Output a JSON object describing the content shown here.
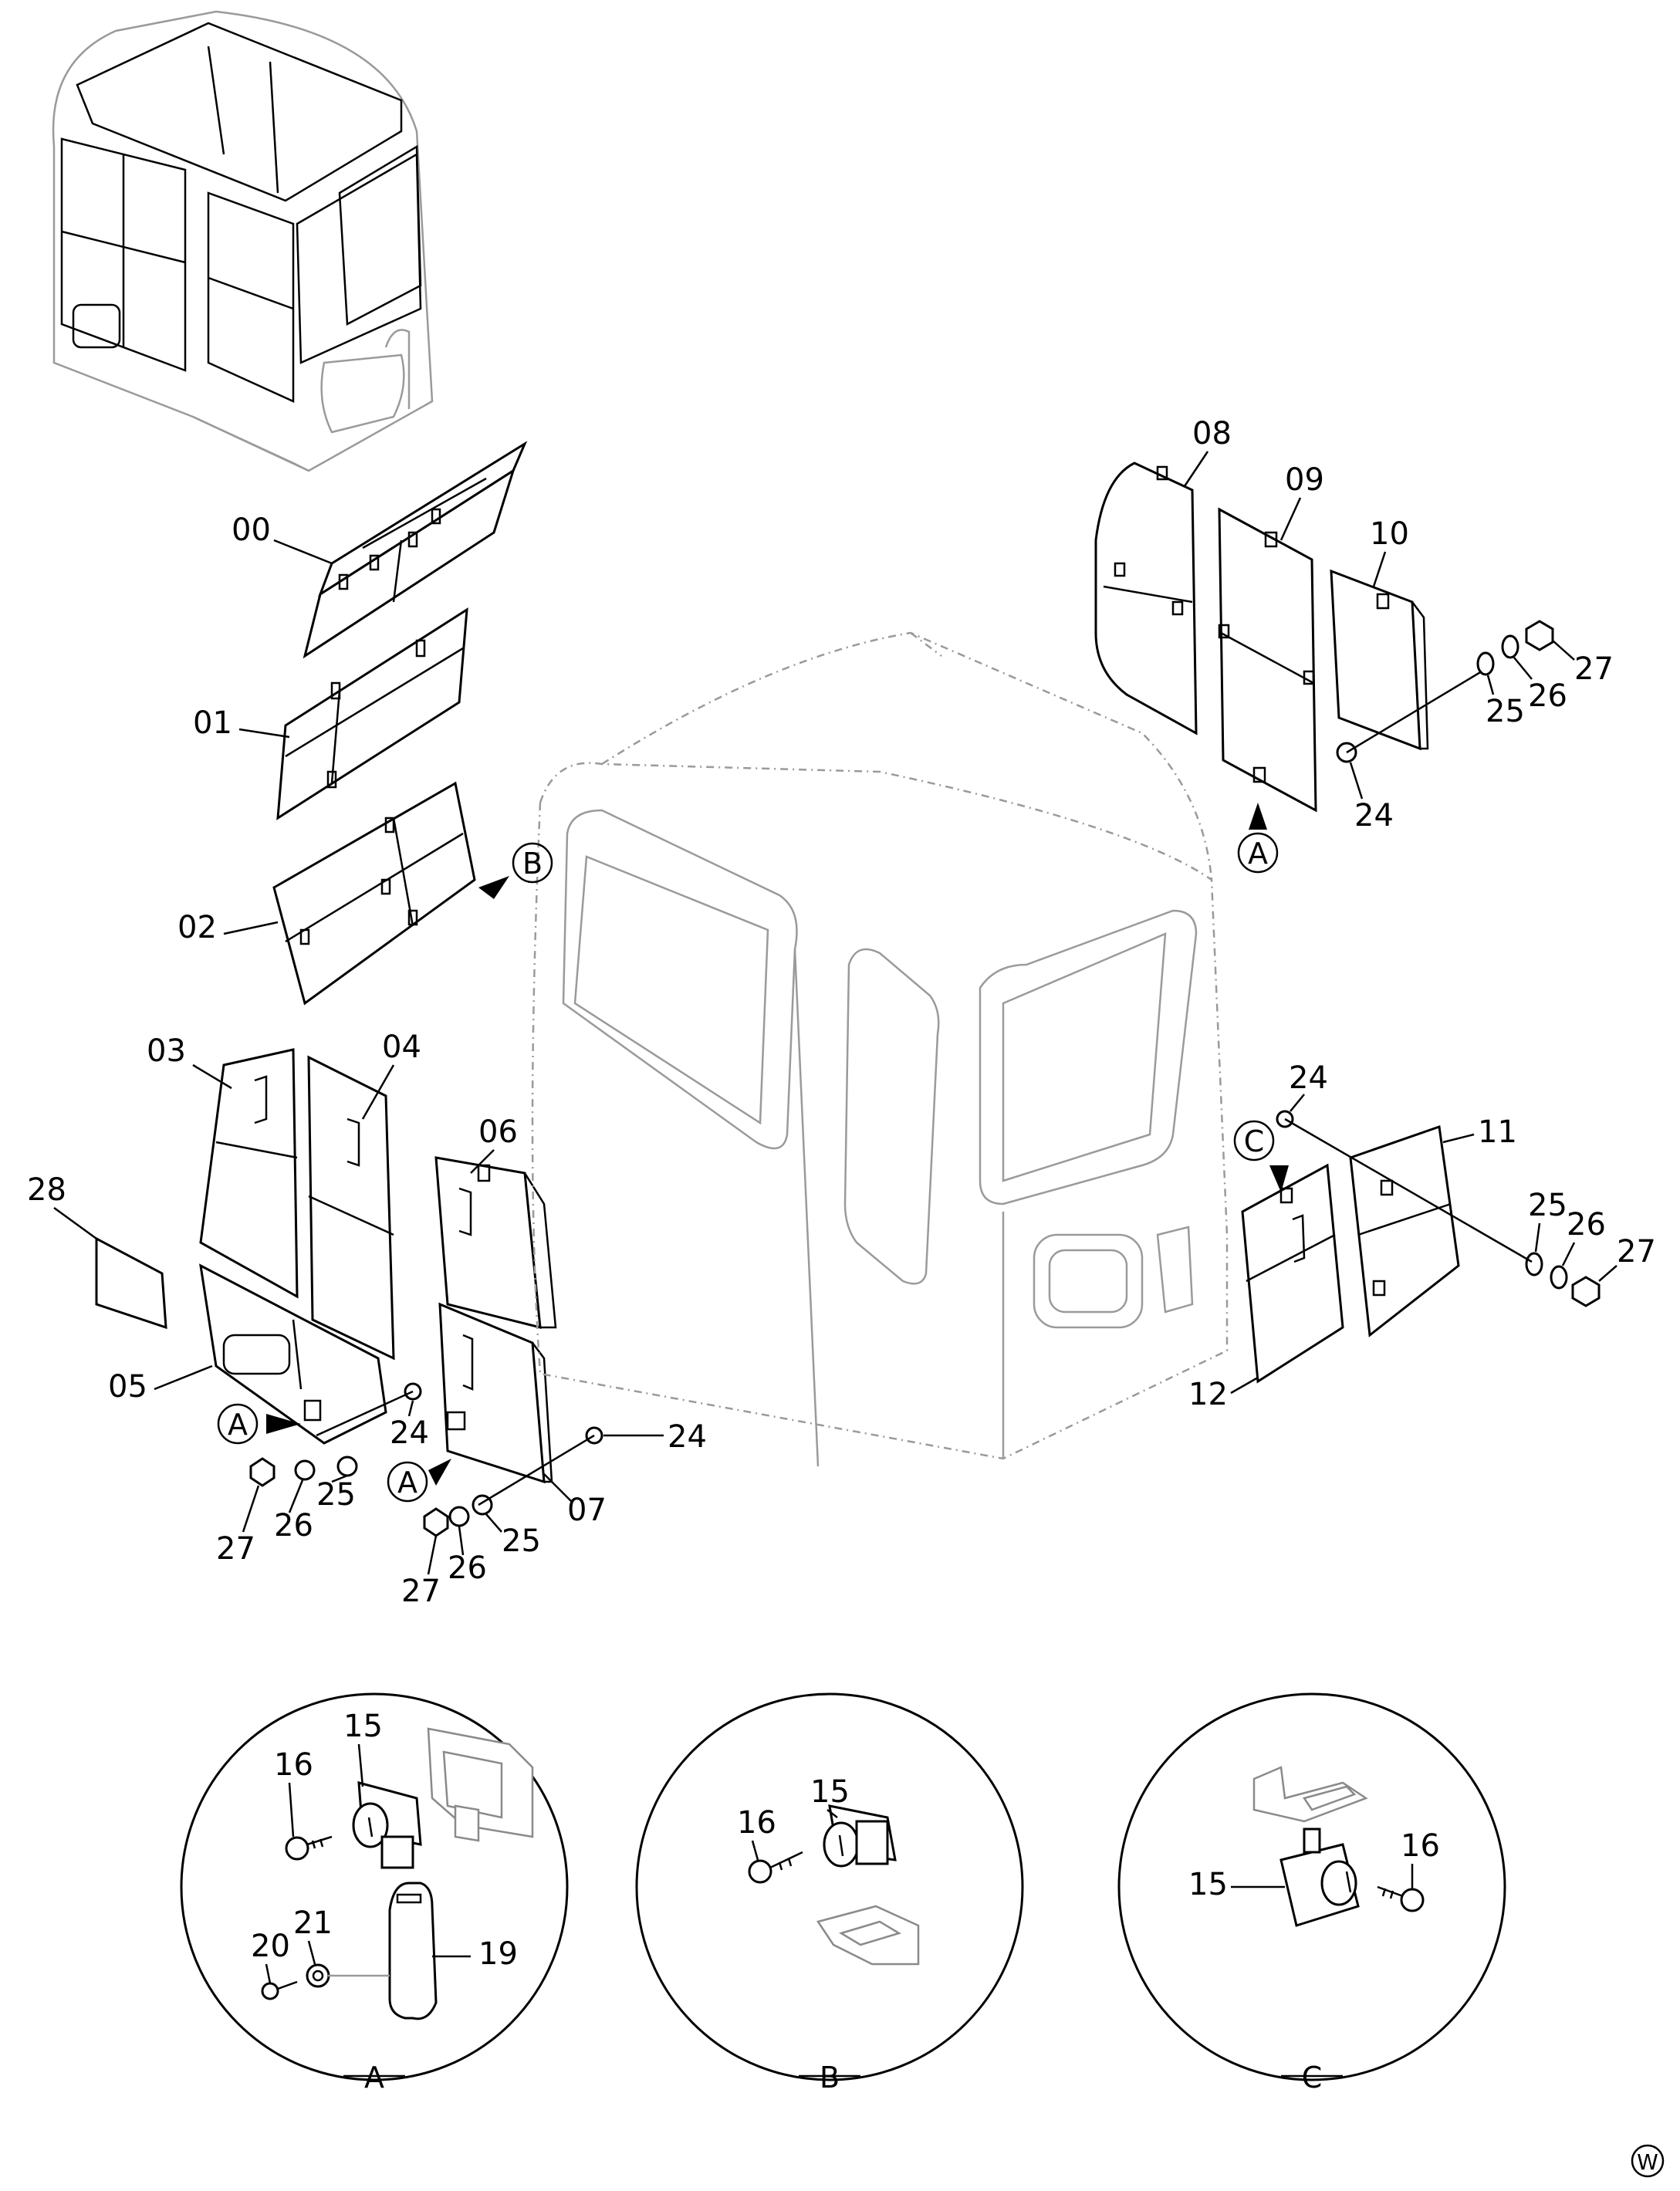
{
  "parts": {
    "p00": "00",
    "p01": "01",
    "p02": "02",
    "p03": "03",
    "p04": "04",
    "p05": "05",
    "p06": "06",
    "p07": "07",
    "p08": "08",
    "p09": "09",
    "p10": "10",
    "p11": "11",
    "p12": "12",
    "p15": "15",
    "p16": "16",
    "p19": "19",
    "p20": "20",
    "p21": "21",
    "p24": "24",
    "p25": "25",
    "p26": "26",
    "p27": "27",
    "p28": "28"
  },
  "views": {
    "a": "A",
    "b": "B",
    "c": "C"
  },
  "corner_mark": "W"
}
